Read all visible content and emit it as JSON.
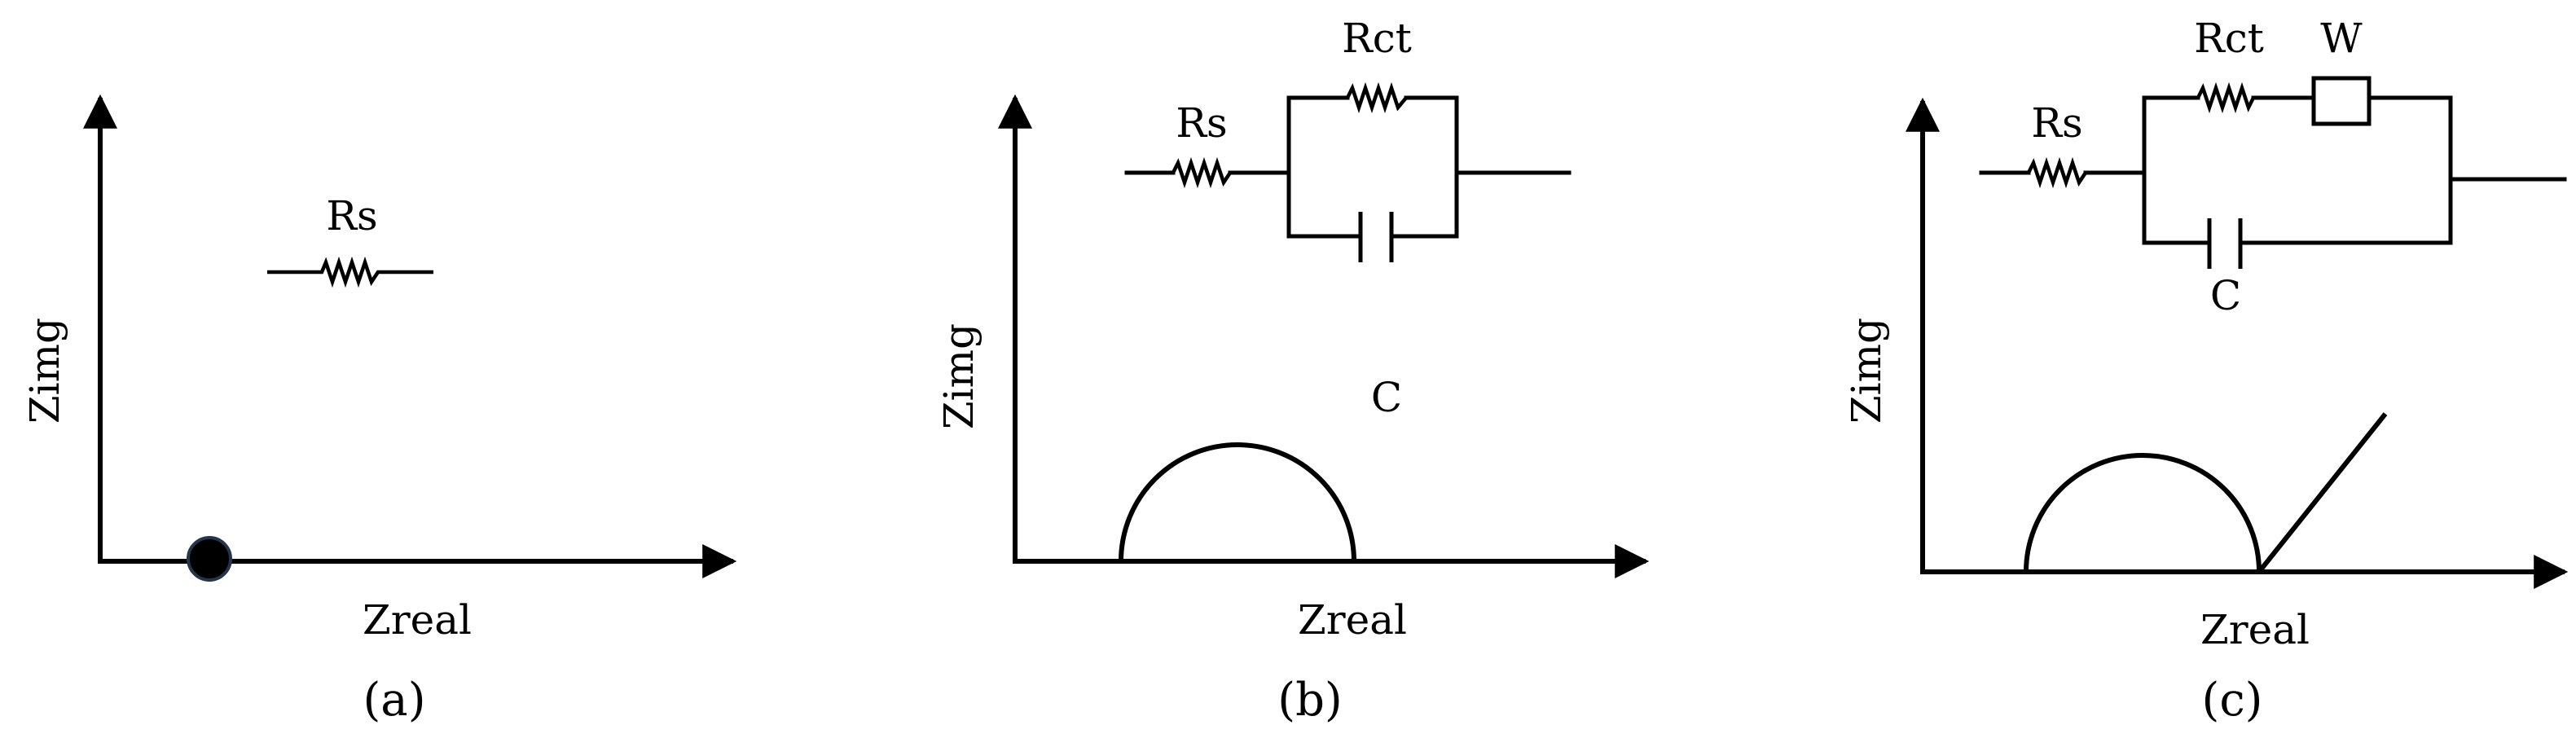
{
  "panels": [
    {
      "id": "a",
      "caption": "(a)",
      "x_axis_label": "Zreal",
      "y_axis_label": "Zimg",
      "circuit": {
        "rs_label": "Rs"
      }
    },
    {
      "id": "b",
      "caption": "(b)",
      "x_axis_label": "Zreal",
      "y_axis_label": "Zimg",
      "circuit": {
        "rs_label": "Rs",
        "rct_label": "Rct",
        "c_label": "C"
      }
    },
    {
      "id": "c",
      "caption": "(c)",
      "x_axis_label": "Zreal",
      "y_axis_label": "Zimg",
      "circuit": {
        "rs_label": "Rs",
        "rct_label": "Rct",
        "w_label": "W",
        "c_label": "C"
      }
    }
  ]
}
